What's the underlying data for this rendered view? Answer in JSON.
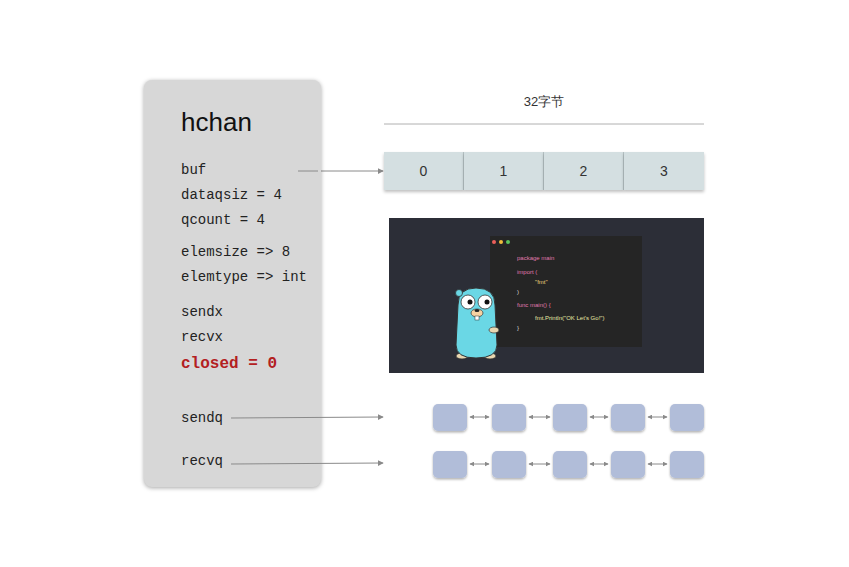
{
  "diagram": {
    "nodes": [
      {
        "text": [
          "hchan",
          "buf",
          "dataqsiz = 4",
          "qcount = 4",
          "elemsize => 8",
          "elemtype => int",
          "sendx",
          "recvx",
          "closed = 0",
          "sendq",
          "recvq"
        ]
      },
      {
        "text": [
          "0"
        ]
      },
      {
        "text": [
          "1"
        ]
      },
      {
        "text": [
          "2"
        ]
      },
      {
        "text": [
          "3"
        ]
      }
    ],
    "edges": [
      {
        "from": 0,
        "to": 1,
        "arrow": "to"
      }
    ],
    "labels": [
      "32字节",
      "package main",
      "import (",
      "\"fmt\"",
      ")",
      "func main() {",
      "fmt.Println(\"OK Let's Go!\")",
      "}"
    ]
  }
}
